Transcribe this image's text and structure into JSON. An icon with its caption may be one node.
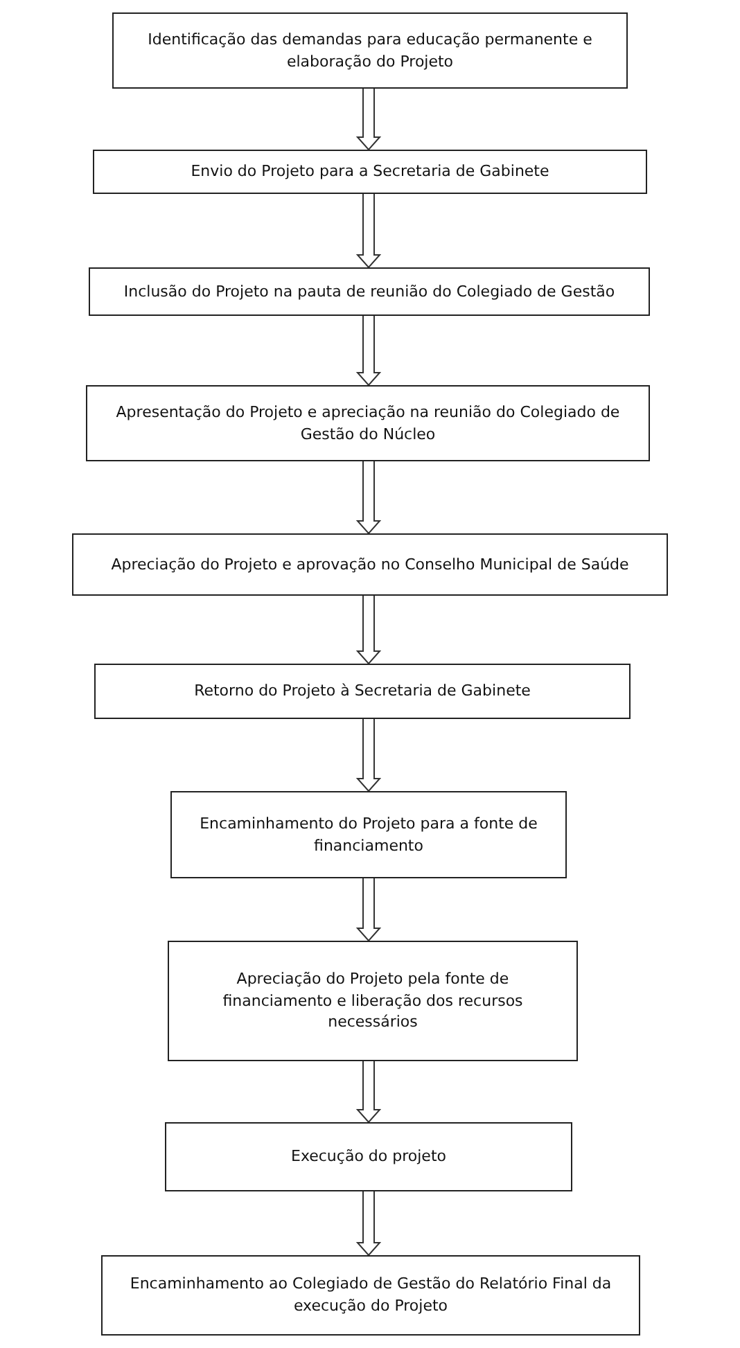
{
  "diagram": {
    "nodes": [
      {
        "text": [
          "Identificação das demandas para educação permanente e elaboração do Projeto"
        ]
      },
      {
        "text": [
          "Envio do Projeto para a Secretaria de Gabinete"
        ]
      },
      {
        "text": [
          "Inclusão do Projeto na pauta de reunião do Colegiado de Gestão"
        ]
      },
      {
        "text": [
          "Apresentação do Projeto e apreciação na reunião do Colegiado de Gestão do Núcleo"
        ]
      },
      {
        "text": [
          "Apreciação do Projeto e aprovação no Conselho Municipal de Saúde"
        ]
      },
      {
        "text": [
          "Retorno do Projeto à Secretaria de Gabinete"
        ]
      },
      {
        "text": [
          "Encaminhamento do Projeto para a fonte de financiamento"
        ]
      },
      {
        "text": [
          "Apreciação do Projeto pela fonte de financiamento e liberação dos recursos necessários"
        ]
      },
      {
        "text": [
          "Execução do projeto"
        ]
      },
      {
        "text": [
          "Encaminhamento ao Colegiado de Gestão do Relatório Final da execução do Projeto"
        ]
      }
    ],
    "edges": [
      {
        "from": 0,
        "to": 1,
        "arrow": "to"
      },
      {
        "from": 1,
        "to": 2,
        "arrow": "to"
      },
      {
        "from": 2,
        "to": 3,
        "arrow": "to"
      },
      {
        "from": 3,
        "to": 4,
        "arrow": "to"
      },
      {
        "from": 4,
        "to": 5,
        "arrow": "to"
      },
      {
        "from": 5,
        "to": 6,
        "arrow": "to"
      },
      {
        "from": 6,
        "to": 7,
        "arrow": "to"
      },
      {
        "from": 7,
        "to": 8,
        "arrow": "to"
      },
      {
        "from": 8,
        "to": 9,
        "arrow": "to"
      }
    ]
  }
}
